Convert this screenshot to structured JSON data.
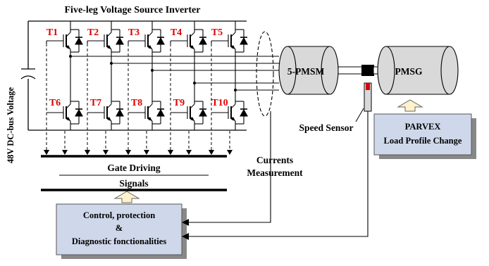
{
  "title": "Five-leg Voltage Source Inverter",
  "dc_bus_label": "48V DC-bus Voltage",
  "switches_top": [
    "T1",
    "T2",
    "T3",
    "T4",
    "T5"
  ],
  "switches_bottom": [
    "T6",
    "T7",
    "T8",
    "T9",
    "T10"
  ],
  "motor_label": "5-PMSM",
  "generator_label": "PMSG",
  "speed_sensor_label": "Speed Sensor",
  "load_box": {
    "line1": "PARVEX",
    "line2": "Load Profile Change"
  },
  "currents_label": {
    "line1": "Currents",
    "line2": "Measurement"
  },
  "gate_label": {
    "line1": "Gate Driving",
    "line2": "Signals"
  },
  "control_box": {
    "line1": "Control, protection",
    "line2": "&",
    "line3": "Diagnostic fonctionalities"
  },
  "colors": {
    "switch_label": "#e00000",
    "cylinder_fill": "#d9d9d9",
    "box_fill": "#cfd8ea",
    "arrow_fill": "#fff2cc",
    "sensor_red": "#e00000"
  }
}
